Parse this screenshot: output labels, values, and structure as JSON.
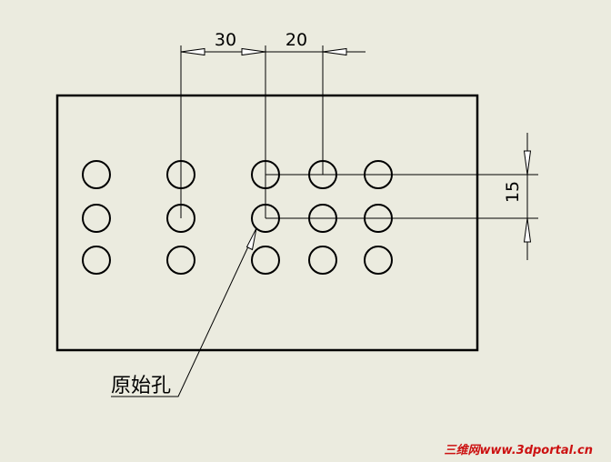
{
  "drawing": {
    "dim_horizontal_1": "30",
    "dim_horizontal_2": "20",
    "dim_vertical": "15",
    "leader_note": "原始孔",
    "hole_rows": 3,
    "hole_cols": 5
  },
  "watermark": {
    "text": "三维网www.3dportal.cn"
  },
  "colors": {
    "background": "#ebebdf",
    "line": "#000000",
    "watermark": "#cc1111"
  }
}
